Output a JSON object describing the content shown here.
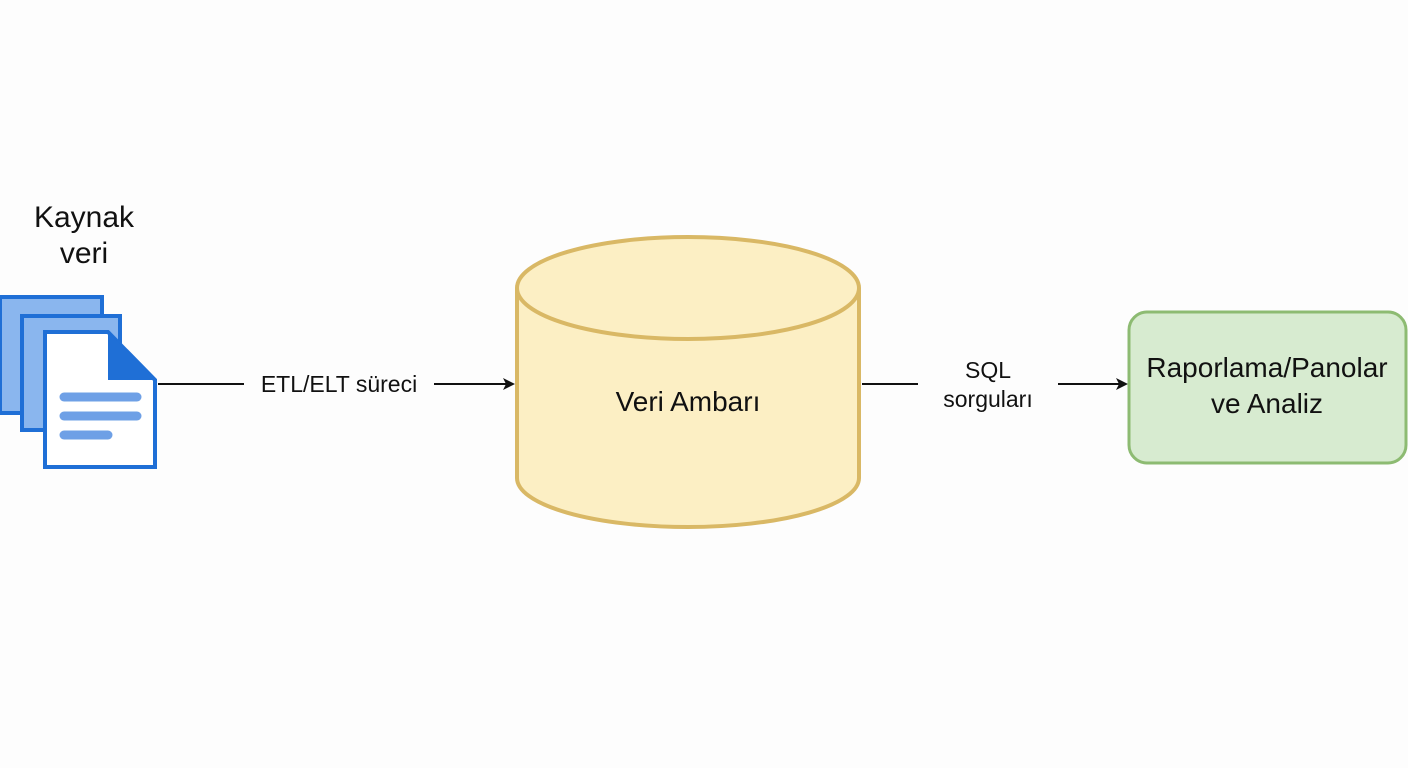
{
  "source": {
    "label": "Kaynak\nveri",
    "icon": "document-stack-icon"
  },
  "edges": {
    "etl_label": "ETL/ELT süreci",
    "sql_label": "SQL\nsorguları"
  },
  "warehouse": {
    "label": "Veri Ambarı",
    "icon": "database-cylinder-icon"
  },
  "reporting": {
    "label": "Raporlama/Panolar\nve Analiz"
  },
  "colors": {
    "doc_blue": "#1f6fd6",
    "doc_blue_light": "#8ab6ee",
    "doc_lines": "#6ea0e6",
    "cylinder_fill": "#fcefc4",
    "cylinder_stroke": "#d9b865",
    "report_fill": "#d7ebd0",
    "report_stroke": "#8dbb72",
    "arrow": "#111111"
  }
}
